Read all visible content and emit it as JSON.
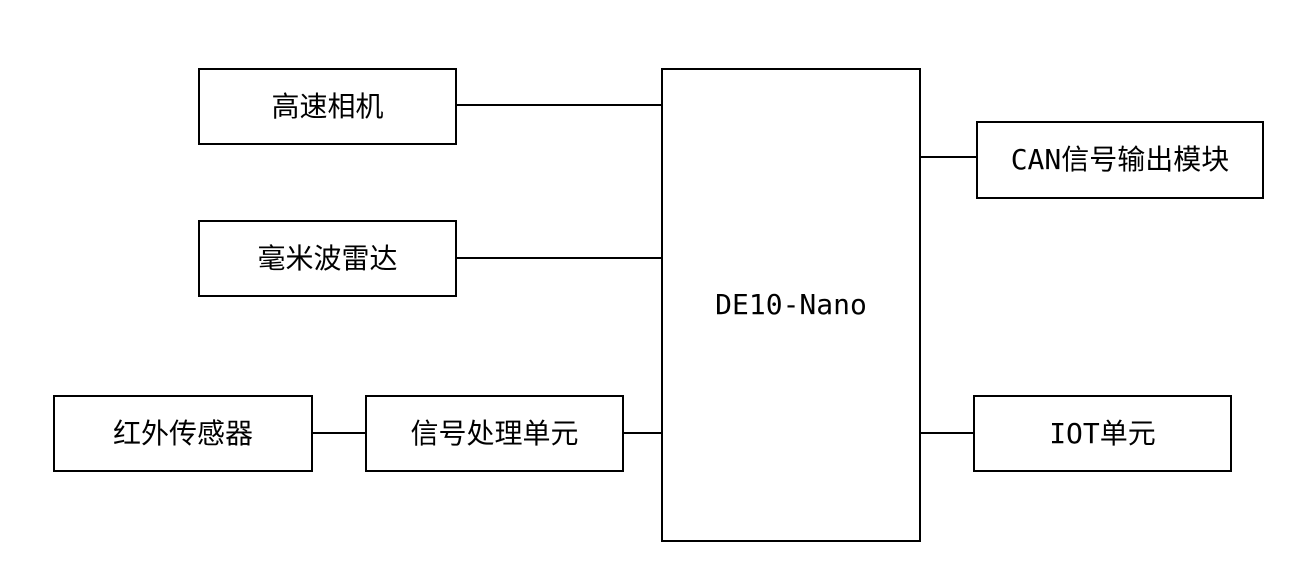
{
  "diagram": {
    "core": {
      "label": "DE10-Nano"
    },
    "inputs": {
      "camera": {
        "label": "高速相机"
      },
      "radar": {
        "label": "毫米波雷达"
      },
      "infrared": {
        "label": "红外传感器"
      },
      "signal_processing": {
        "label": "信号处理单元"
      }
    },
    "outputs": {
      "can_module": {
        "label": "CAN信号输出模块"
      },
      "iot_unit": {
        "label": "IOT单元"
      }
    },
    "colors": {
      "line": "#000000",
      "background": "#ffffff"
    }
  }
}
